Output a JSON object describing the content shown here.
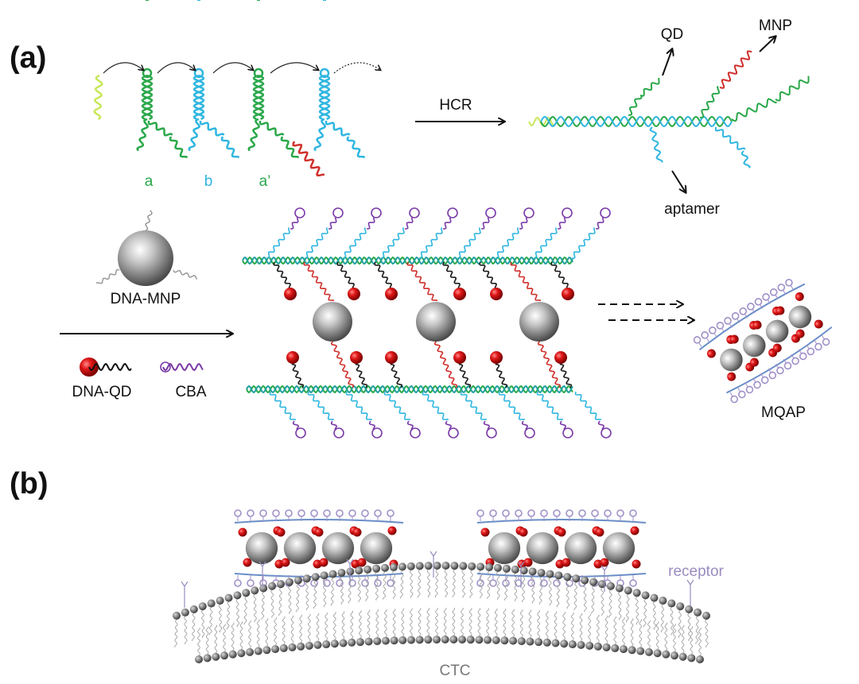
{
  "panels": {
    "a": "(a)",
    "b": "(b)"
  },
  "hairpins": {
    "a": "a",
    "b": "b",
    "a_prime": "a’"
  },
  "labels": {
    "hcr": "HCR",
    "qd": "QD",
    "mnp": "MNP",
    "aptamer": "aptamer",
    "dna_mnp": "DNA-MNP",
    "dna_qd": "DNA-QD",
    "cba": "CBA",
    "mqap": "MQAP",
    "receptor": "receptor",
    "ctc": "CTC"
  },
  "colors": {
    "strand_a": "#2aa84a",
    "strand_b": "#2fb6e0",
    "initiator": "#c8e85a",
    "mnp_strand": "#d0302c",
    "qd": "#d01010",
    "cba": "#7a3aa8",
    "receptor": "#9a8cc0",
    "membrane": "#6e6e6e"
  }
}
